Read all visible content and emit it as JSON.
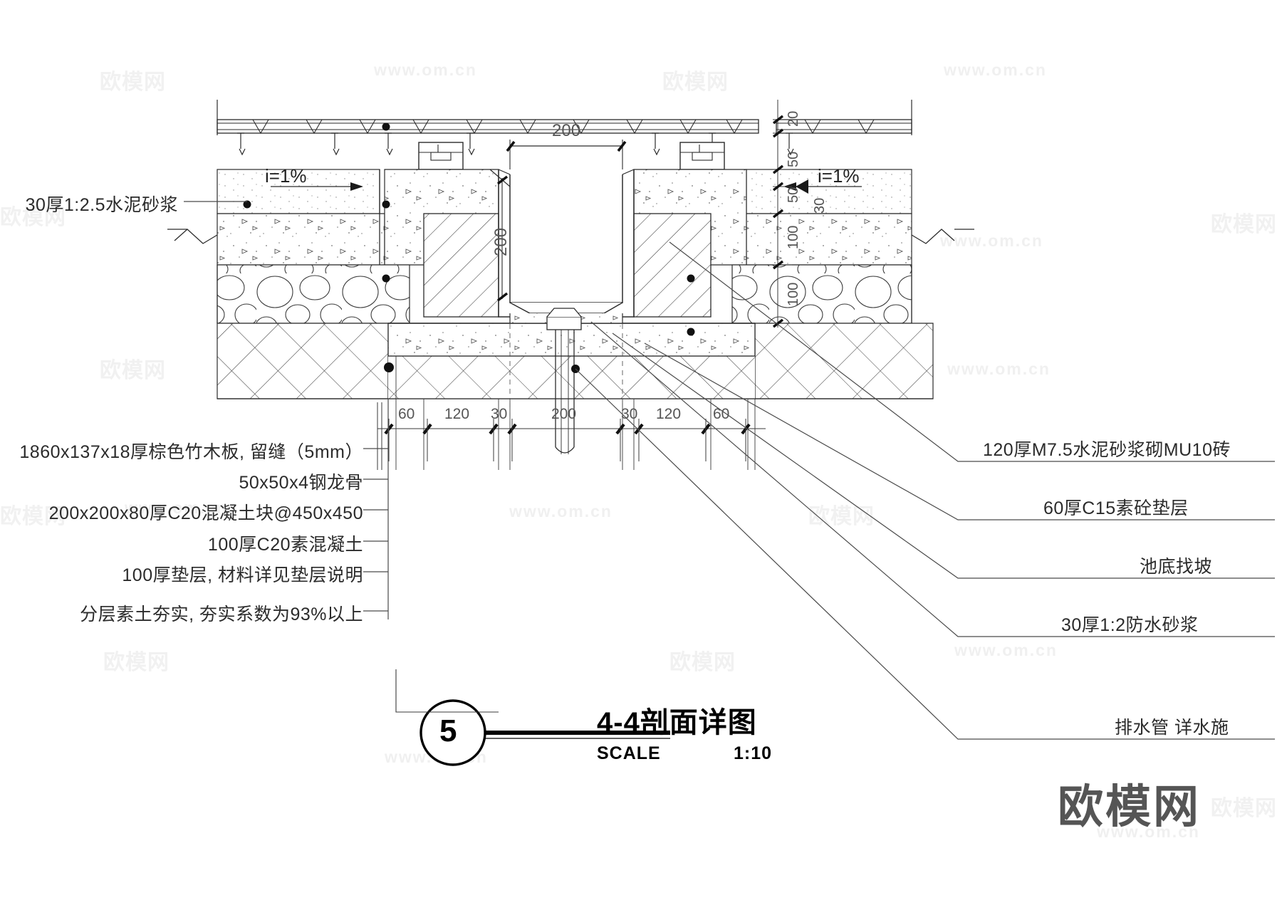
{
  "drawing": {
    "title": "4-4剖面详图",
    "scale_label": "SCALE",
    "scale_value": "1:10",
    "detail_number": "5",
    "slope_left": "i=1%",
    "slope_right": "i=1%"
  },
  "labels_left": [
    {
      "text": "30厚1:2.5水泥砂浆"
    }
  ],
  "labels_left_stack": [
    {
      "text": "1860x137x18厚棕色竹木板, 留缝（5mm）"
    },
    {
      "text": "50x50x4钢龙骨"
    },
    {
      "text": "200x200x80厚C20混凝土块@450x450"
    },
    {
      "text": "100厚C20素混凝土"
    },
    {
      "text": "100厚垫层, 材料详见垫层说明"
    },
    {
      "text": "分层素土夯实, 夯实系数为93%以上"
    }
  ],
  "labels_right_stack": [
    {
      "text": "120厚M7.5水泥砂浆砌MU10砖"
    },
    {
      "text": "60厚C15素砼垫层"
    },
    {
      "text": "池底找坡"
    },
    {
      "text": "30厚1:2防水砂浆"
    },
    {
      "text": "排水管  详水施"
    }
  ],
  "dimensions_horizontal": [
    "60",
    "120",
    "30",
    "200",
    "30",
    "120",
    "60"
  ],
  "dimensions_vertical_right": [
    "20",
    "50",
    "50",
    "30",
    "100",
    "100"
  ],
  "dimensions_interior": {
    "top_width": "200",
    "channel_depth": "200"
  },
  "watermarks": {
    "url": "www.om.cn",
    "cn": "欧模网",
    "big": "欧模网"
  },
  "colors": {
    "line": "#2b2b2b",
    "hatch": "#4a4a4a",
    "text": "#2b2b2b",
    "dim": "#555555",
    "watermark": "#f0f0f0",
    "background": "#ffffff"
  }
}
